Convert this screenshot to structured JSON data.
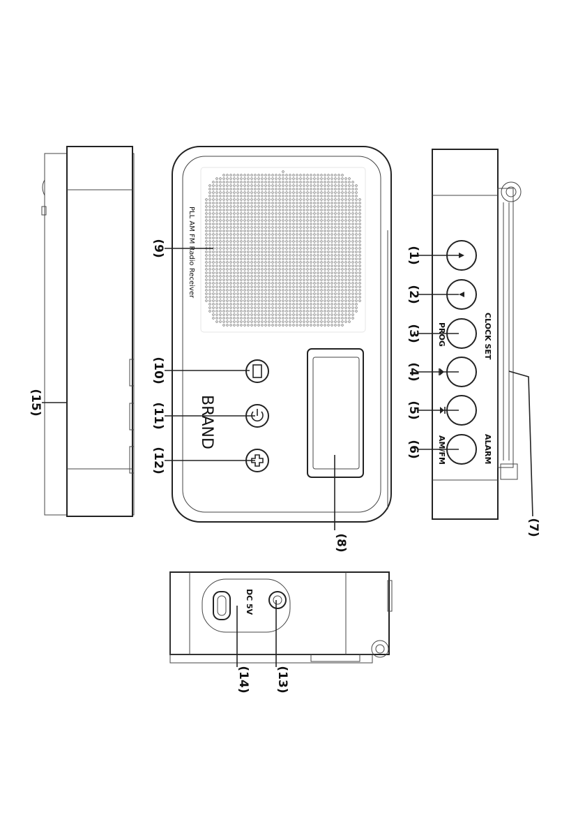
{
  "callouts": {
    "c1": "(1)",
    "c2": "(2)",
    "c3": "(3)",
    "c4": "(4)",
    "c5": "(5)",
    "c6": "(6)",
    "c7": "(7)",
    "c8": "(8)",
    "c9": "(9)",
    "c10": "(10)",
    "c11": "(11)",
    "c12": "(12)",
    "c13": "(13)",
    "c14": "(14)",
    "c15": "(15)"
  },
  "front": {
    "brand": "BRAND",
    "model": "PLL AM FM Radio Receiver"
  },
  "top_panel": {
    "prog": "PROG",
    "amfm": "AM/FM",
    "clock_set": "CLOCK SET",
    "alarm": "ALARM"
  },
  "side_panel": {
    "dc": "DC 5V"
  }
}
